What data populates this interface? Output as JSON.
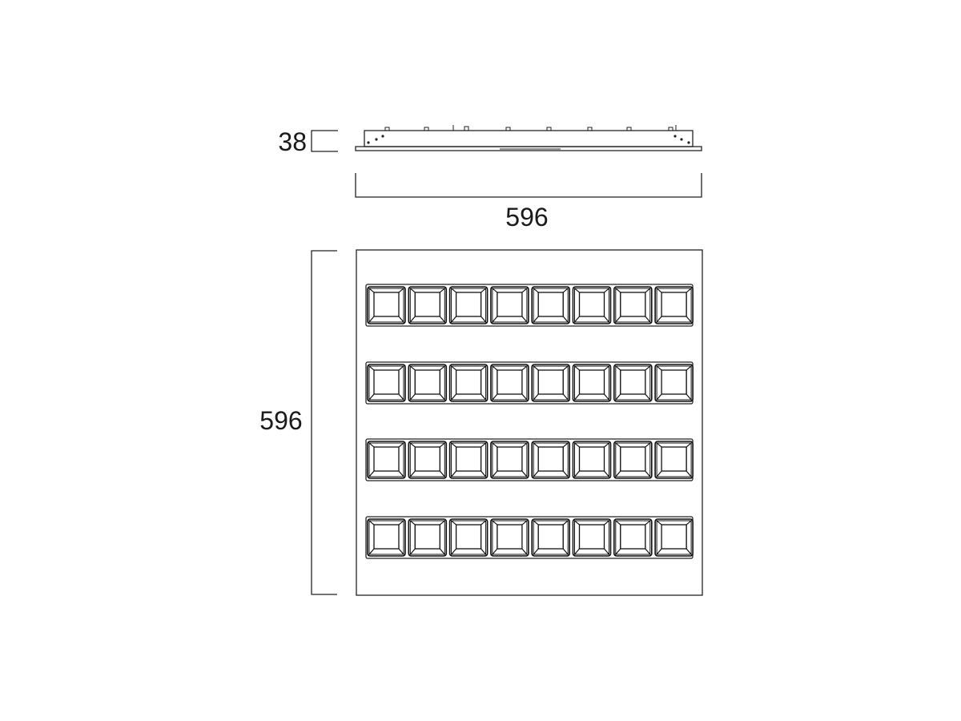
{
  "dimensions": {
    "height_label": "38",
    "side_width_label": "596",
    "front_height_label": "596"
  },
  "grid": {
    "rows": 4,
    "columns": 8
  }
}
